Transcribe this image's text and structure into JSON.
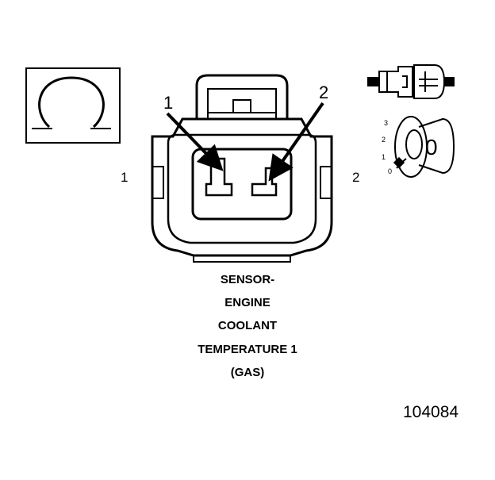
{
  "diagram": {
    "symbol": "omega-icon",
    "pin_side_labels": [
      "1",
      "2"
    ],
    "pin_arrow_labels": [
      "1",
      "2"
    ],
    "caption_lines": [
      "SENSOR-",
      "ENGINE",
      "COOLANT",
      "TEMPERATURE 1",
      "(GAS)"
    ],
    "figure_id": "104084",
    "key_positions": [
      "3",
      "2",
      "1",
      "0"
    ],
    "key_face": "0"
  }
}
